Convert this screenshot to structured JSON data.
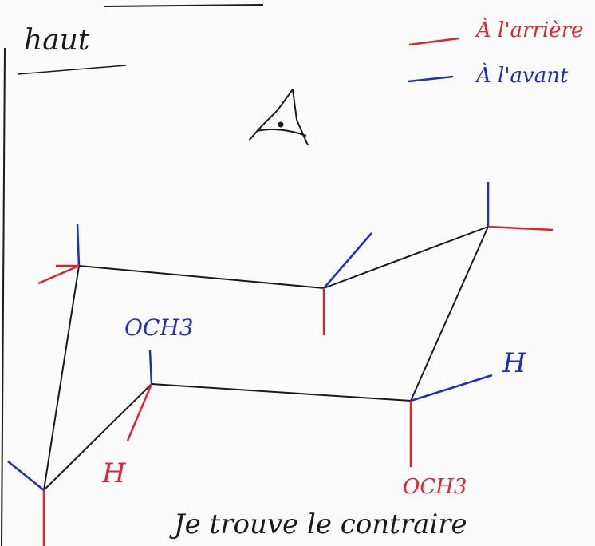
{
  "header": {
    "view_label": "haut"
  },
  "legend": {
    "behind": {
      "label": "À l'arrière",
      "color": "#e0242c"
    },
    "front": {
      "label": "À l'avant",
      "color": "#1f2fb8"
    }
  },
  "eye_icon": "eye-icon",
  "labels": {
    "och3_top": "OCH3",
    "h_right": "H",
    "h_left": "H",
    "och3_bottom": "OCH3"
  },
  "footer": {
    "note": "Je trouve le contraire"
  },
  "colors": {
    "ink": "#1a1a1a",
    "red": "#e0242c",
    "blue": "#1f2fb8",
    "paper": "#fbfbfb"
  }
}
